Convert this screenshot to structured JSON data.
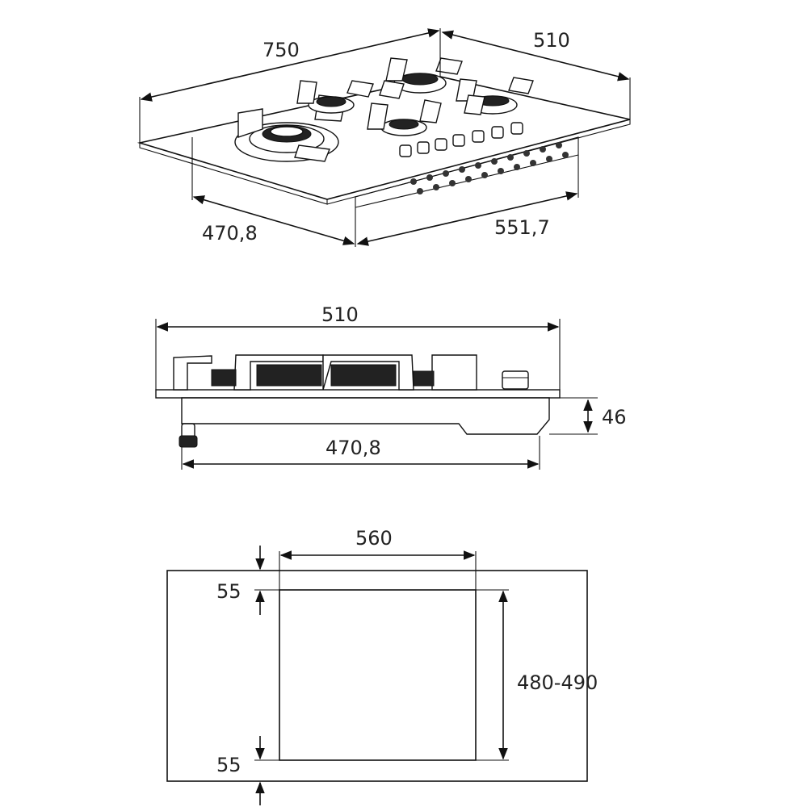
{
  "views": {
    "isometric": {
      "width_label": "750",
      "depth_label": "510",
      "body_depth_label": "470,8",
      "body_width_label": "551,7"
    },
    "side": {
      "depth_label": "510",
      "height_label": "46",
      "body_depth_label": "470,8"
    },
    "cutout": {
      "width_label": "560",
      "top_margin_label": "55",
      "bottom_margin_label": "55",
      "depth_label": "480-490"
    }
  }
}
